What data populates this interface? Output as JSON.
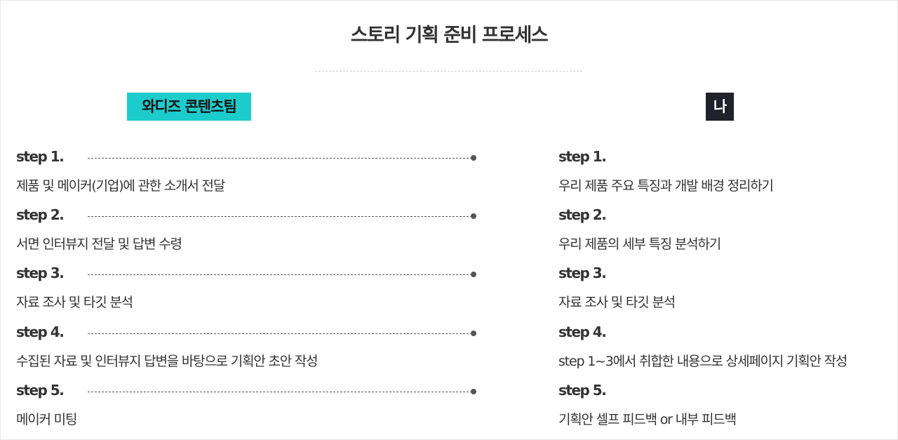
{
  "title": "스토리 기획 준비 프로세스",
  "left": {
    "badge": "와디즈 콘텐츠팀",
    "steps": [
      {
        "label": "step 1.",
        "desc": "제품 및 메이커(기업)에 관한 소개서 전달"
      },
      {
        "label": "step 2.",
        "desc": "서면 인터뷰지 전달 및 답변 수령"
      },
      {
        "label": "step 3.",
        "desc": "자료 조사 및 타깃 분석"
      },
      {
        "label": "step 4.",
        "desc": "수집된 자료 및 인터뷰지 답변을 바탕으로 기획안 초안 작성"
      },
      {
        "label": "step 5.",
        "desc": "메이커 미팅"
      }
    ]
  },
  "right": {
    "badge": "나",
    "steps": [
      {
        "label": "step 1.",
        "desc": "우리 제품  주요 특징과 개발 배경 정리하기"
      },
      {
        "label": "step 2.",
        "desc": "우리 제품의 세부 특징 분석하기"
      },
      {
        "label": "step 3.",
        "desc": "자료 조사 및 타깃 분석"
      },
      {
        "label": "step 4.",
        "desc": "step 1~3에서 취합한 내용으로 상세페이지 기획안 작성"
      },
      {
        "label": "step 5.",
        "desc": "기획안 셀프 피드백 or 내부 피드백"
      }
    ]
  },
  "colors": {
    "left_badge_bg": "#1ccccc",
    "right_badge_bg": "#1f222a",
    "text": "#333333"
  }
}
